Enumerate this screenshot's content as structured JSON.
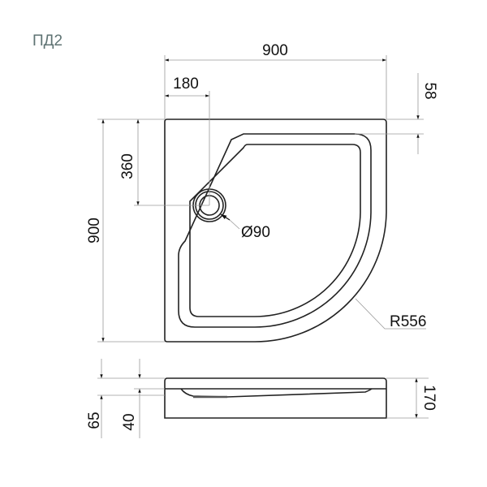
{
  "title": "ПД2",
  "colors": {
    "title": "#5f7373",
    "line": "#222222"
  },
  "dimensions": {
    "width_total": "900",
    "height_total": "900",
    "drain_offset_x": "180",
    "drain_offset_y": "360",
    "rim_width": "58",
    "drain_diameter": "Ø90",
    "radius": "R556",
    "side_height": "170",
    "side_65": "65",
    "side_40": "40"
  }
}
